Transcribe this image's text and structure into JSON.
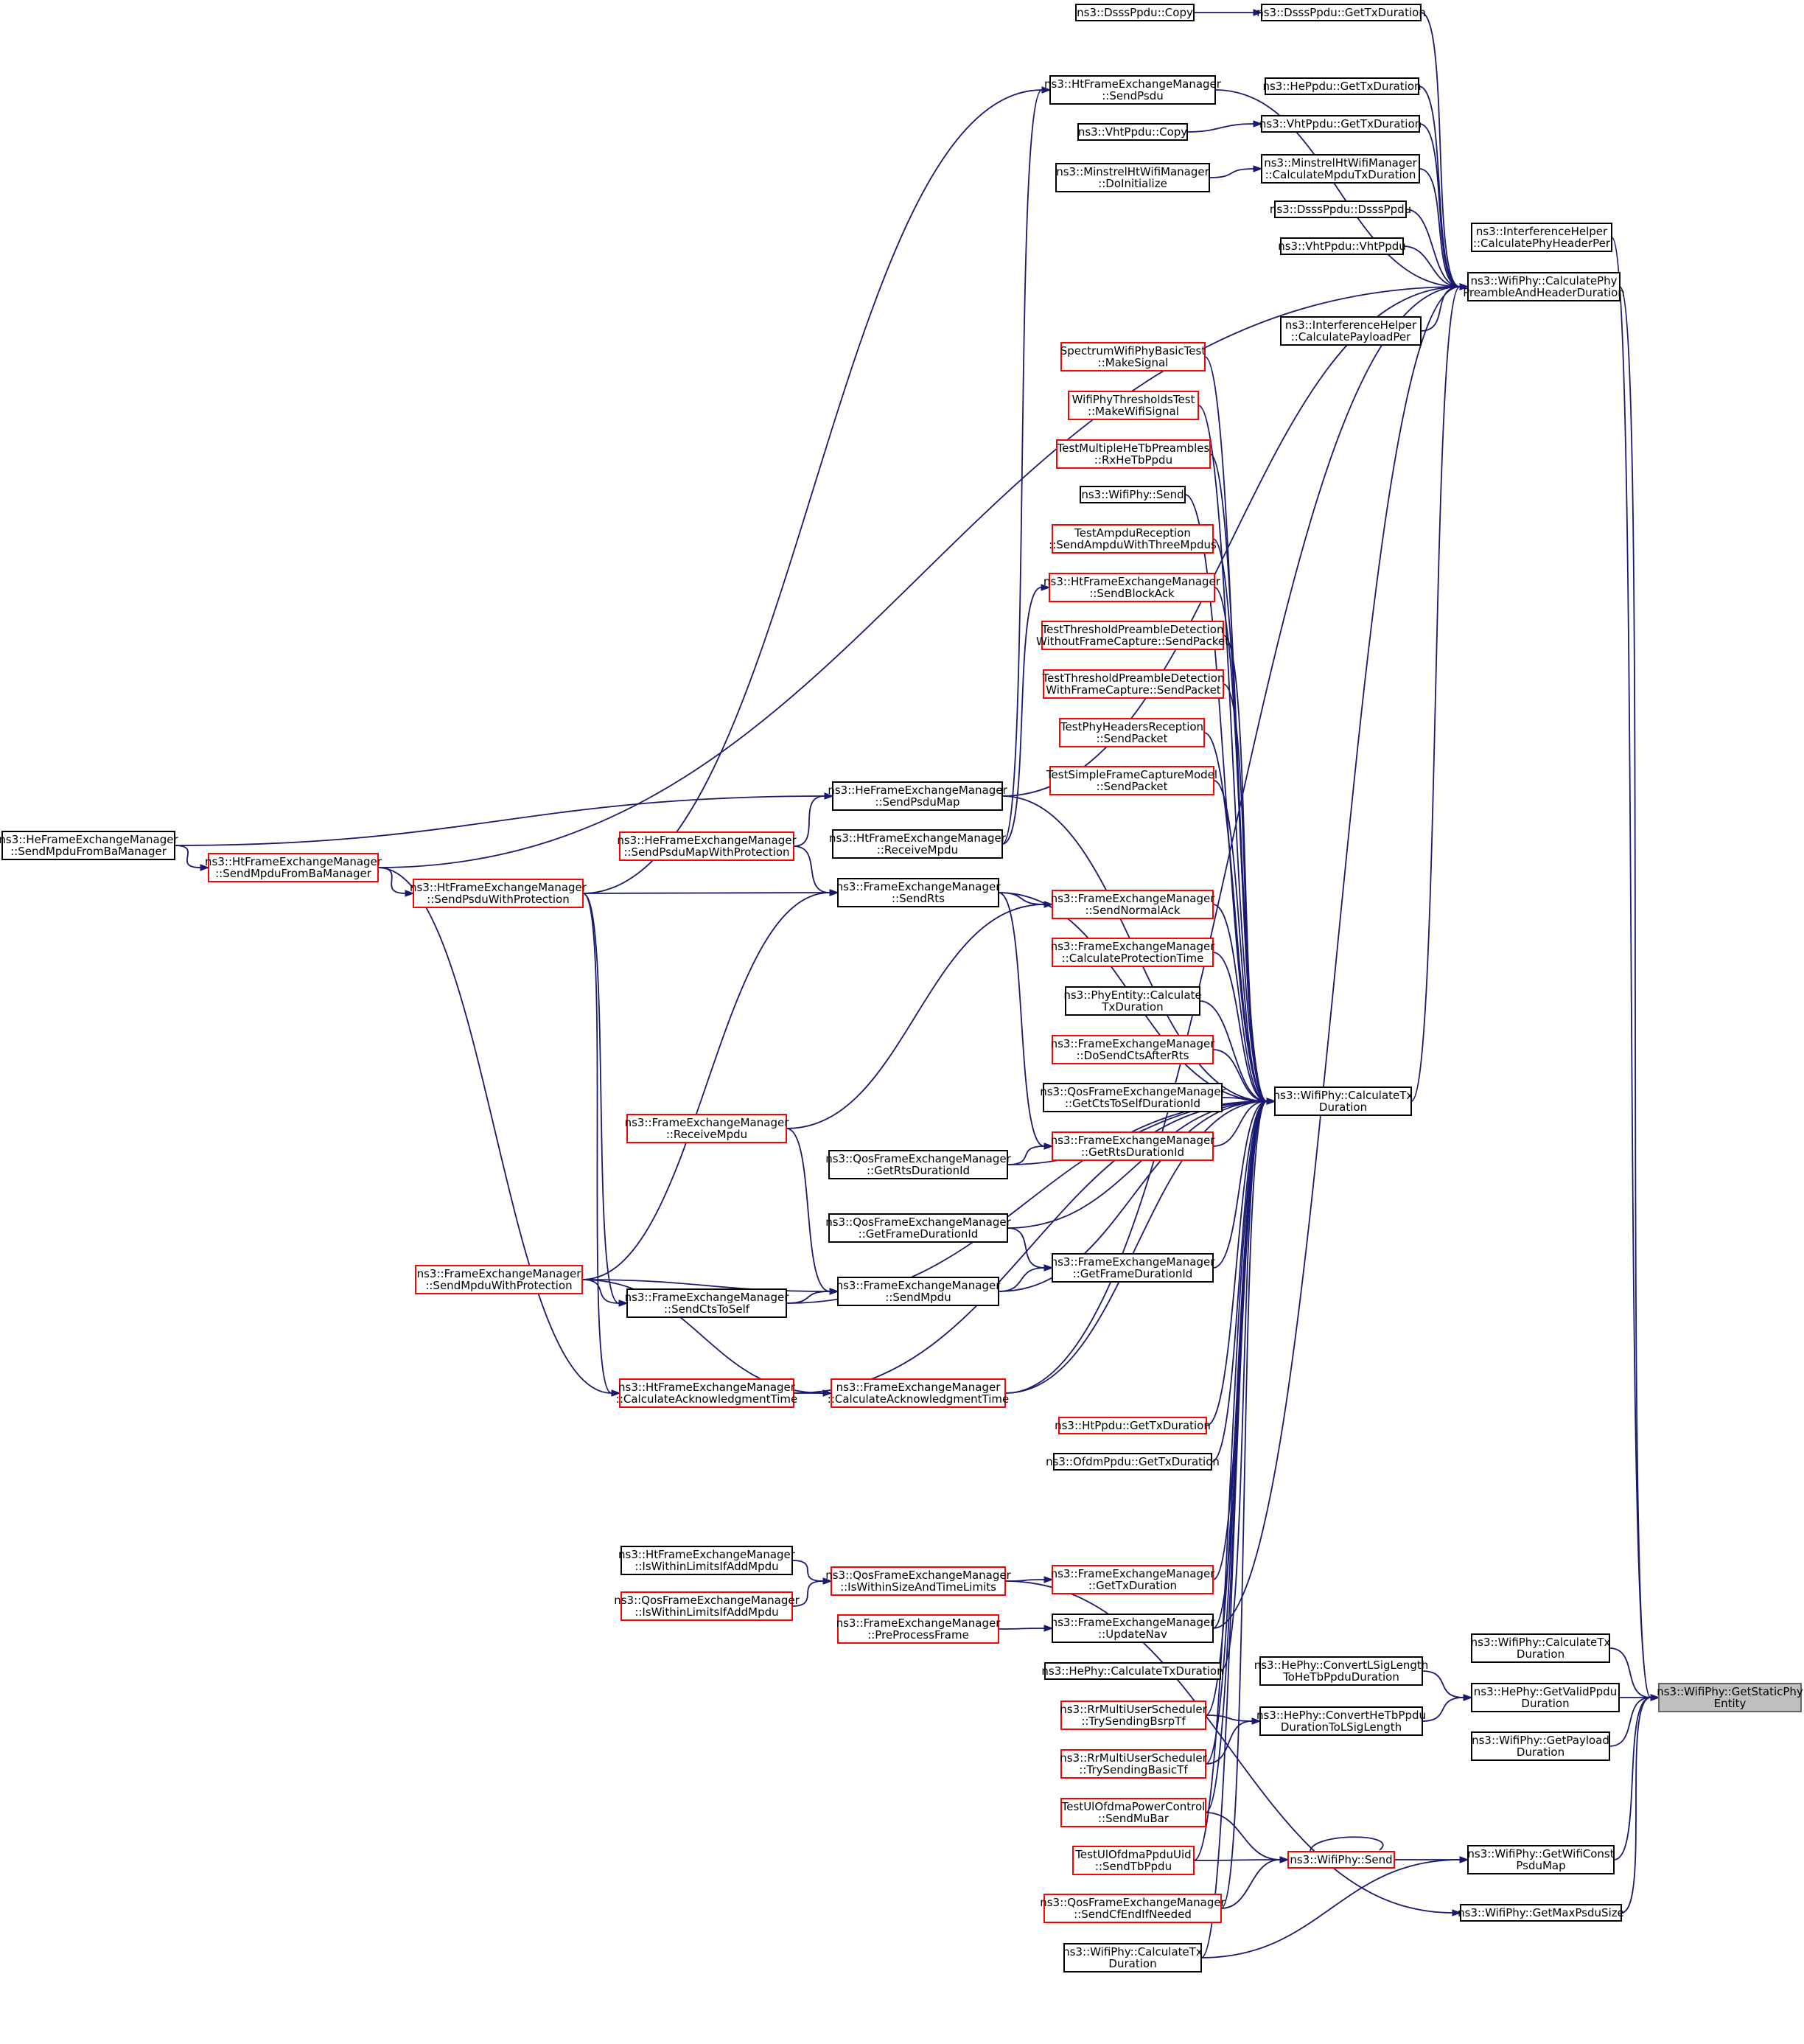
{
  "graph": {
    "nodes": {
      "root": {
        "lines": [
          "ns3::WifiPhy::GetStaticPhy",
          "Entity"
        ],
        "kind": "root"
      },
      "calcTxDurLeft": {
        "lines": [
          "ns3::WifiPhy::CalculateTx",
          "Duration"
        ],
        "kind": "black"
      },
      "heGetValidPpdu": {
        "lines": [
          "ns3::HePhy::GetValidPpdu",
          "Duration"
        ],
        "kind": "black"
      },
      "getPayloadDur": {
        "lines": [
          "ns3::WifiPhy::GetPayload",
          "Duration"
        ],
        "kind": "black"
      },
      "getWifiConst": {
        "lines": [
          "ns3::WifiPhy::GetWifiConst",
          "PsduMap"
        ],
        "kind": "black"
      },
      "getMaxPsdu": {
        "lines": [
          "ns3::WifiPhy::GetMaxPsduSize"
        ],
        "kind": "black"
      },
      "ihCalcPhyHdr": {
        "lines": [
          "ns3::InterferenceHelper",
          "::CalculatePhyHeaderPer"
        ],
        "kind": "black"
      },
      "calcPreamble": {
        "lines": [
          "ns3::WifiPhy::CalculatePhy",
          "PreambleAndHeaderDuration"
        ],
        "kind": "black"
      },
      "calcTxDurMain": {
        "lines": [
          "ns3::WifiPhy::CalculateTx",
          "Duration"
        ],
        "kind": "black"
      },
      "dsssGetTx": {
        "lines": [
          "ns3::DsssPpdu::GetTxDuration"
        ],
        "kind": "black"
      },
      "hePpduGetTx": {
        "lines": [
          "ns3::HePpdu::GetTxDuration"
        ],
        "kind": "black"
      },
      "vhtGetTx": {
        "lines": [
          "ns3::VhtPpdu::GetTxDuration"
        ],
        "kind": "black"
      },
      "minstrelCalc": {
        "lines": [
          "ns3::MinstrelHtWifiManager",
          "::CalculateMpduTxDuration"
        ],
        "kind": "black"
      },
      "dsssCtor": {
        "lines": [
          "ns3::DsssPpdu::DsssPpdu"
        ],
        "kind": "black"
      },
      "vhtCtor": {
        "lines": [
          "ns3::VhtPpdu::VhtPpdu"
        ],
        "kind": "black"
      },
      "ihCalcPayload": {
        "lines": [
          "ns3::InterferenceHelper",
          "::CalculatePayloadPer"
        ],
        "kind": "black"
      },
      "dsssCopy": {
        "lines": [
          "ns3::DsssPpdu::Copy"
        ],
        "kind": "black"
      },
      "htSendPsdu": {
        "lines": [
          "ns3::HtFrameExchangeManager",
          "::SendPsdu"
        ],
        "kind": "black"
      },
      "vhtCopy": {
        "lines": [
          "ns3::VhtPpdu::Copy"
        ],
        "kind": "black"
      },
      "minstrelInit": {
        "lines": [
          "ns3::MinstrelHtWifiManager",
          "::DoInitialize"
        ],
        "kind": "black"
      },
      "specMakeSignal": {
        "lines": [
          "SpectrumWifiPhyBasicTest",
          "::MakeSignal"
        ],
        "kind": "red"
      },
      "thrMakeSignal": {
        "lines": [
          "WifiPhyThresholdsTest",
          "::MakeWifiSignal"
        ],
        "kind": "red"
      },
      "multiHeTb": {
        "lines": [
          "TestMultipleHeTbPreambles",
          "::RxHeTbPpdu"
        ],
        "kind": "red"
      },
      "wifiPhySendTop": {
        "lines": [
          "ns3::WifiPhy::Send"
        ],
        "kind": "black"
      },
      "ampduRx": {
        "lines": [
          "TestAmpduReception",
          "::SendAmpduWithThreeMpdus"
        ],
        "kind": "red"
      },
      "htSendBlockAck": {
        "lines": [
          "ns3::HtFrameExchangeManager",
          "::SendBlockAck"
        ],
        "kind": "red"
      },
      "thrWithout": {
        "lines": [
          "TestThresholdPreambleDetection",
          "WithoutFrameCapture::SendPacket"
        ],
        "kind": "red"
      },
      "thrWith": {
        "lines": [
          "TestThresholdPreambleDetection",
          "WithFrameCapture::SendPacket"
        ],
        "kind": "red"
      },
      "phyHdrRx": {
        "lines": [
          "TestPhyHeadersReception",
          "::SendPacket"
        ],
        "kind": "red"
      },
      "simpleCapture": {
        "lines": [
          "TestSimpleFrameCaptureModel",
          "::SendPacket"
        ],
        "kind": "red"
      },
      "heSendPsduMap": {
        "lines": [
          "ns3::HeFrameExchangeManager",
          "::SendPsduMap"
        ],
        "kind": "black"
      },
      "heSendPsduMapProt": {
        "lines": [
          "ns3::HeFrameExchangeManager",
          "::SendPsduMapWithProtection"
        ],
        "kind": "red"
      },
      "htReceiveMpdu": {
        "lines": [
          "ns3::HtFrameExchangeManager",
          "::ReceiveMpdu"
        ],
        "kind": "black"
      },
      "femSendRts": {
        "lines": [
          "ns3::FrameExchangeManager",
          "::SendRts"
        ],
        "kind": "black"
      },
      "femSendNormalAck": {
        "lines": [
          "ns3::FrameExchangeManager",
          "::SendNormalAck"
        ],
        "kind": "red"
      },
      "femCalcProt": {
        "lines": [
          "ns3::FrameExchangeManager",
          "::CalculateProtectionTime"
        ],
        "kind": "red"
      },
      "phyEntityCalc": {
        "lines": [
          "ns3::PhyEntity::Calculate",
          "TxDuration"
        ],
        "kind": "black"
      },
      "femDoSendCts": {
        "lines": [
          "ns3::FrameExchangeManager",
          "::DoSendCtsAfterRts"
        ],
        "kind": "red"
      },
      "qosGetCtsToSelf": {
        "lines": [
          "ns3::QosFrameExchangeManager",
          "::GetCtsToSelfDurationId"
        ],
        "kind": "black"
      },
      "femGetRtsDur": {
        "lines": [
          "ns3::FrameExchangeManager",
          "::GetRtsDurationId"
        ],
        "kind": "red"
      },
      "qosGetRtsDur": {
        "lines": [
          "ns3::QosFrameExchangeManager",
          "::GetRtsDurationId"
        ],
        "kind": "black"
      },
      "qosGetFrameDur": {
        "lines": [
          "ns3::QosFrameExchangeManager",
          "::GetFrameDurationId"
        ],
        "kind": "black"
      },
      "femGetFrameDur": {
        "lines": [
          "ns3::FrameExchangeManager",
          "::GetFrameDurationId"
        ],
        "kind": "black"
      },
      "femSendMpdu": {
        "lines": [
          "ns3::FrameExchangeManager",
          "::SendMpdu"
        ],
        "kind": "black"
      },
      "femSendCtsToSelf": {
        "lines": [
          "ns3::FrameExchangeManager",
          "::SendCtsToSelf"
        ],
        "kind": "black"
      },
      "femSendMpduProt": {
        "lines": [
          "ns3::FrameExchangeManager",
          "::SendMpduWithProtection"
        ],
        "kind": "red"
      },
      "femReceiveMpdu": {
        "lines": [
          "ns3::FrameExchangeManager",
          "::ReceiveMpdu"
        ],
        "kind": "red"
      },
      "heSendMpduFromBa": {
        "lines": [
          "ns3::HeFrameExchangeManager",
          "::SendMpduFromBaManager"
        ],
        "kind": "black"
      },
      "htSendMpduFromBa": {
        "lines": [
          "ns3::HtFrameExchangeManager",
          "::SendMpduFromBaManager"
        ],
        "kind": "red"
      },
      "htSendPsduProt": {
        "lines": [
          "ns3::HtFrameExchangeManager",
          "::SendPsduWithProtection"
        ],
        "kind": "red"
      },
      "htCalcAck": {
        "lines": [
          "ns3::HtFrameExchangeManager",
          "::CalculateAcknowledgmentTime"
        ],
        "kind": "red"
      },
      "femCalcAck": {
        "lines": [
          "ns3::FrameExchangeManager",
          "::CalculateAcknowledgmentTime"
        ],
        "kind": "red"
      },
      "htPpduGetTx": {
        "lines": [
          "ns3::HtPpdu::GetTxDuration"
        ],
        "kind": "red"
      },
      "ofdmGetTx": {
        "lines": [
          "ns3::OfdmPpdu::GetTxDuration"
        ],
        "kind": "black"
      },
      "htIsWithin": {
        "lines": [
          "ns3::HtFrameExchangeManager",
          "::IsWithinLimitsIfAddMpdu"
        ],
        "kind": "black"
      },
      "qosIsWithinSize": {
        "lines": [
          "ns3::QosFrameExchangeManager",
          "::IsWithinSizeAndTimeLimits"
        ],
        "kind": "red"
      },
      "qosIsWithin": {
        "lines": [
          "ns3::QosFrameExchangeManager",
          "::IsWithinLimitsIfAddMpdu"
        ],
        "kind": "red"
      },
      "femPreProcess": {
        "lines": [
          "ns3::FrameExchangeManager",
          "::PreProcessFrame"
        ],
        "kind": "red"
      },
      "femGetTxDur": {
        "lines": [
          "ns3::FrameExchangeManager",
          "::GetTxDuration"
        ],
        "kind": "red"
      },
      "femUpdateNav": {
        "lines": [
          "ns3::FrameExchangeManager",
          "::UpdateNav"
        ],
        "kind": "black"
      },
      "hePhyCalcTx": {
        "lines": [
          "ns3::HePhy::CalculateTxDuration"
        ],
        "kind": "black"
      },
      "heConvertL": {
        "lines": [
          "ns3::HePhy::ConvertLSigLength",
          "ToHeTbPpduDuration"
        ],
        "kind": "black"
      },
      "heConvertTb": {
        "lines": [
          "ns3::HePhy::ConvertHeTbPpdu",
          "DurationToLSigLength"
        ],
        "kind": "black"
      },
      "rrBsrp": {
        "lines": [
          "ns3::RrMultiUserScheduler",
          "::TrySendingBsrpTf"
        ],
        "kind": "red"
      },
      "rrBasic": {
        "lines": [
          "ns3::RrMultiUserScheduler",
          "::TrySendingBasicTf"
        ],
        "kind": "red"
      },
      "ulPowerMuBar": {
        "lines": [
          "TestUlOfdmaPowerControl",
          "::SendMuBar"
        ],
        "kind": "red"
      },
      "ulPpduUid": {
        "lines": [
          "TestUlOfdmaPpduUid",
          "::SendTbPpdu"
        ],
        "kind": "red"
      },
      "qosSendCfEnd": {
        "lines": [
          "ns3::QosFrameExchangeManager",
          "::SendCfEndIfNeeded"
        ],
        "kind": "red"
      },
      "calcTxDurBottom": {
        "lines": [
          "ns3::WifiPhy::CalculateTx",
          "Duration"
        ],
        "kind": "black"
      },
      "wifiPhySendBottom": {
        "lines": [
          "ns3::WifiPhy::Send"
        ],
        "kind": "red"
      }
    }
  },
  "colors": {
    "edge": "#191970",
    "red_border": "#ff0000",
    "black_border": "#000000",
    "root_fill": "#bfbfbf"
  }
}
